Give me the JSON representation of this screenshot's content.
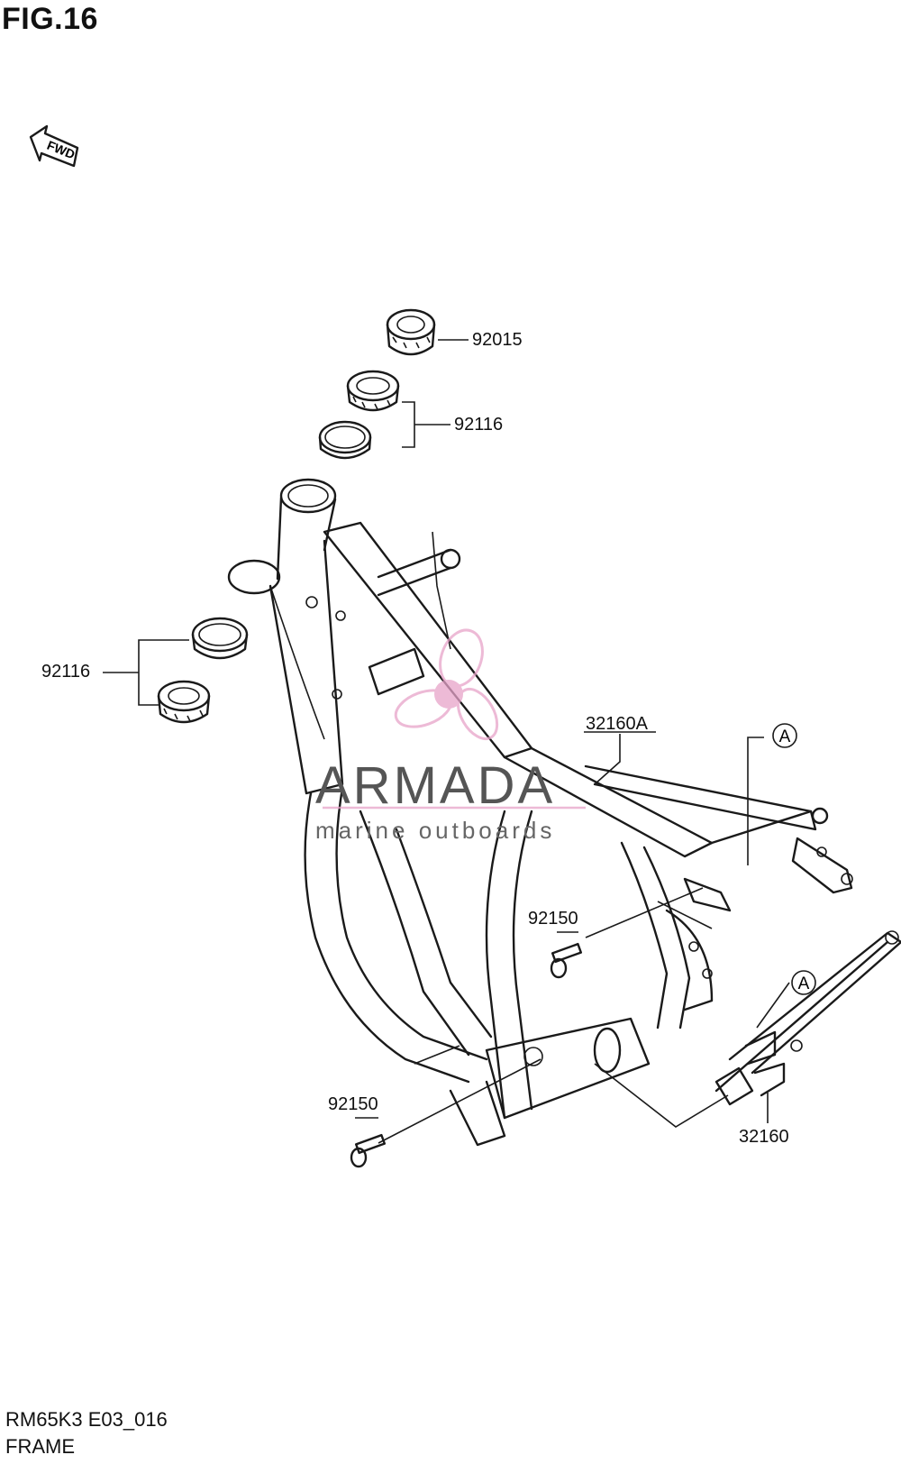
{
  "figure": {
    "title": "FIG.16"
  },
  "direction_marker": {
    "label": "FWD"
  },
  "callouts": [
    {
      "id": "A-upper",
      "letter": "A"
    },
    {
      "id": "A-lower",
      "letter": "A"
    }
  ],
  "parts": [
    {
      "number": "92015"
    },
    {
      "number": "92116"
    },
    {
      "number": "92116"
    },
    {
      "number": "32160A"
    },
    {
      "number": "92150"
    },
    {
      "number": "92150"
    },
    {
      "number": "32160"
    }
  ],
  "watermark": {
    "name": "ARMADA",
    "tagline": "marine outboards",
    "color": "#e7a3c9"
  },
  "footer": {
    "code": "RM65K3 E03_016",
    "name": "FRAME"
  }
}
